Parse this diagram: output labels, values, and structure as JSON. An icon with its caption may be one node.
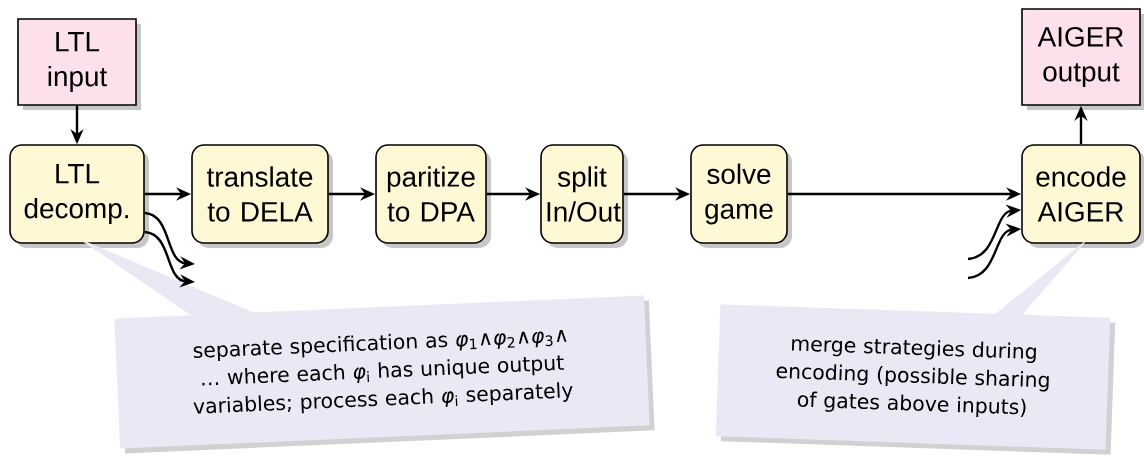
{
  "diagram": {
    "nodes": [
      {
        "text": [
          "LTL input"
        ]
      },
      {
        "text": [
          "LTL decomp."
        ]
      },
      {
        "text": [
          "translate to DELA"
        ]
      },
      {
        "text": [
          "paritize to DPA"
        ]
      },
      {
        "text": [
          "split In/Out"
        ]
      },
      {
        "text": [
          "solve game"
        ]
      },
      {
        "text": [
          "encode AIGER"
        ]
      },
      {
        "text": [
          "AIGER output"
        ]
      },
      {
        "text": [
          "separate specification as *φ*$_{1}$∧*φ*$_{2}$∧*φ*$_{3}$∧ … where each *φ*$_{i}$ has unique output variables; process each *φ*$_{i}$ separately"
        ]
      },
      {
        "text": [
          "merge strategies during encoding (possible sharing of gates above inputs)"
        ]
      }
    ],
    "edges": [
      {
        "from": 0,
        "to": 1,
        "arrow": "to"
      },
      {
        "from": 1,
        "to": 2,
        "arrow": "to"
      },
      {
        "from": 2,
        "to": 3,
        "arrow": "to"
      },
      {
        "from": 3,
        "to": 4,
        "arrow": "to"
      },
      {
        "from": 4,
        "to": 5,
        "arrow": "to"
      },
      {
        "from": 5,
        "to": 6,
        "arrow": "to"
      },
      {
        "from": 6,
        "to": 7,
        "arrow": "to"
      },
      {
        "from": 1,
        "to": null,
        "arrow": "to"
      },
      {
        "from": 1,
        "to": null,
        "arrow": "to"
      },
      {
        "from": null,
        "to": 6,
        "arrow": "to"
      },
      {
        "from": null,
        "to": 6,
        "arrow": "to"
      },
      {
        "from": 8,
        "to": 1,
        "arrow": "none"
      },
      {
        "from": 9,
        "to": 6,
        "arrow": "none"
      }
    ]
  }
}
